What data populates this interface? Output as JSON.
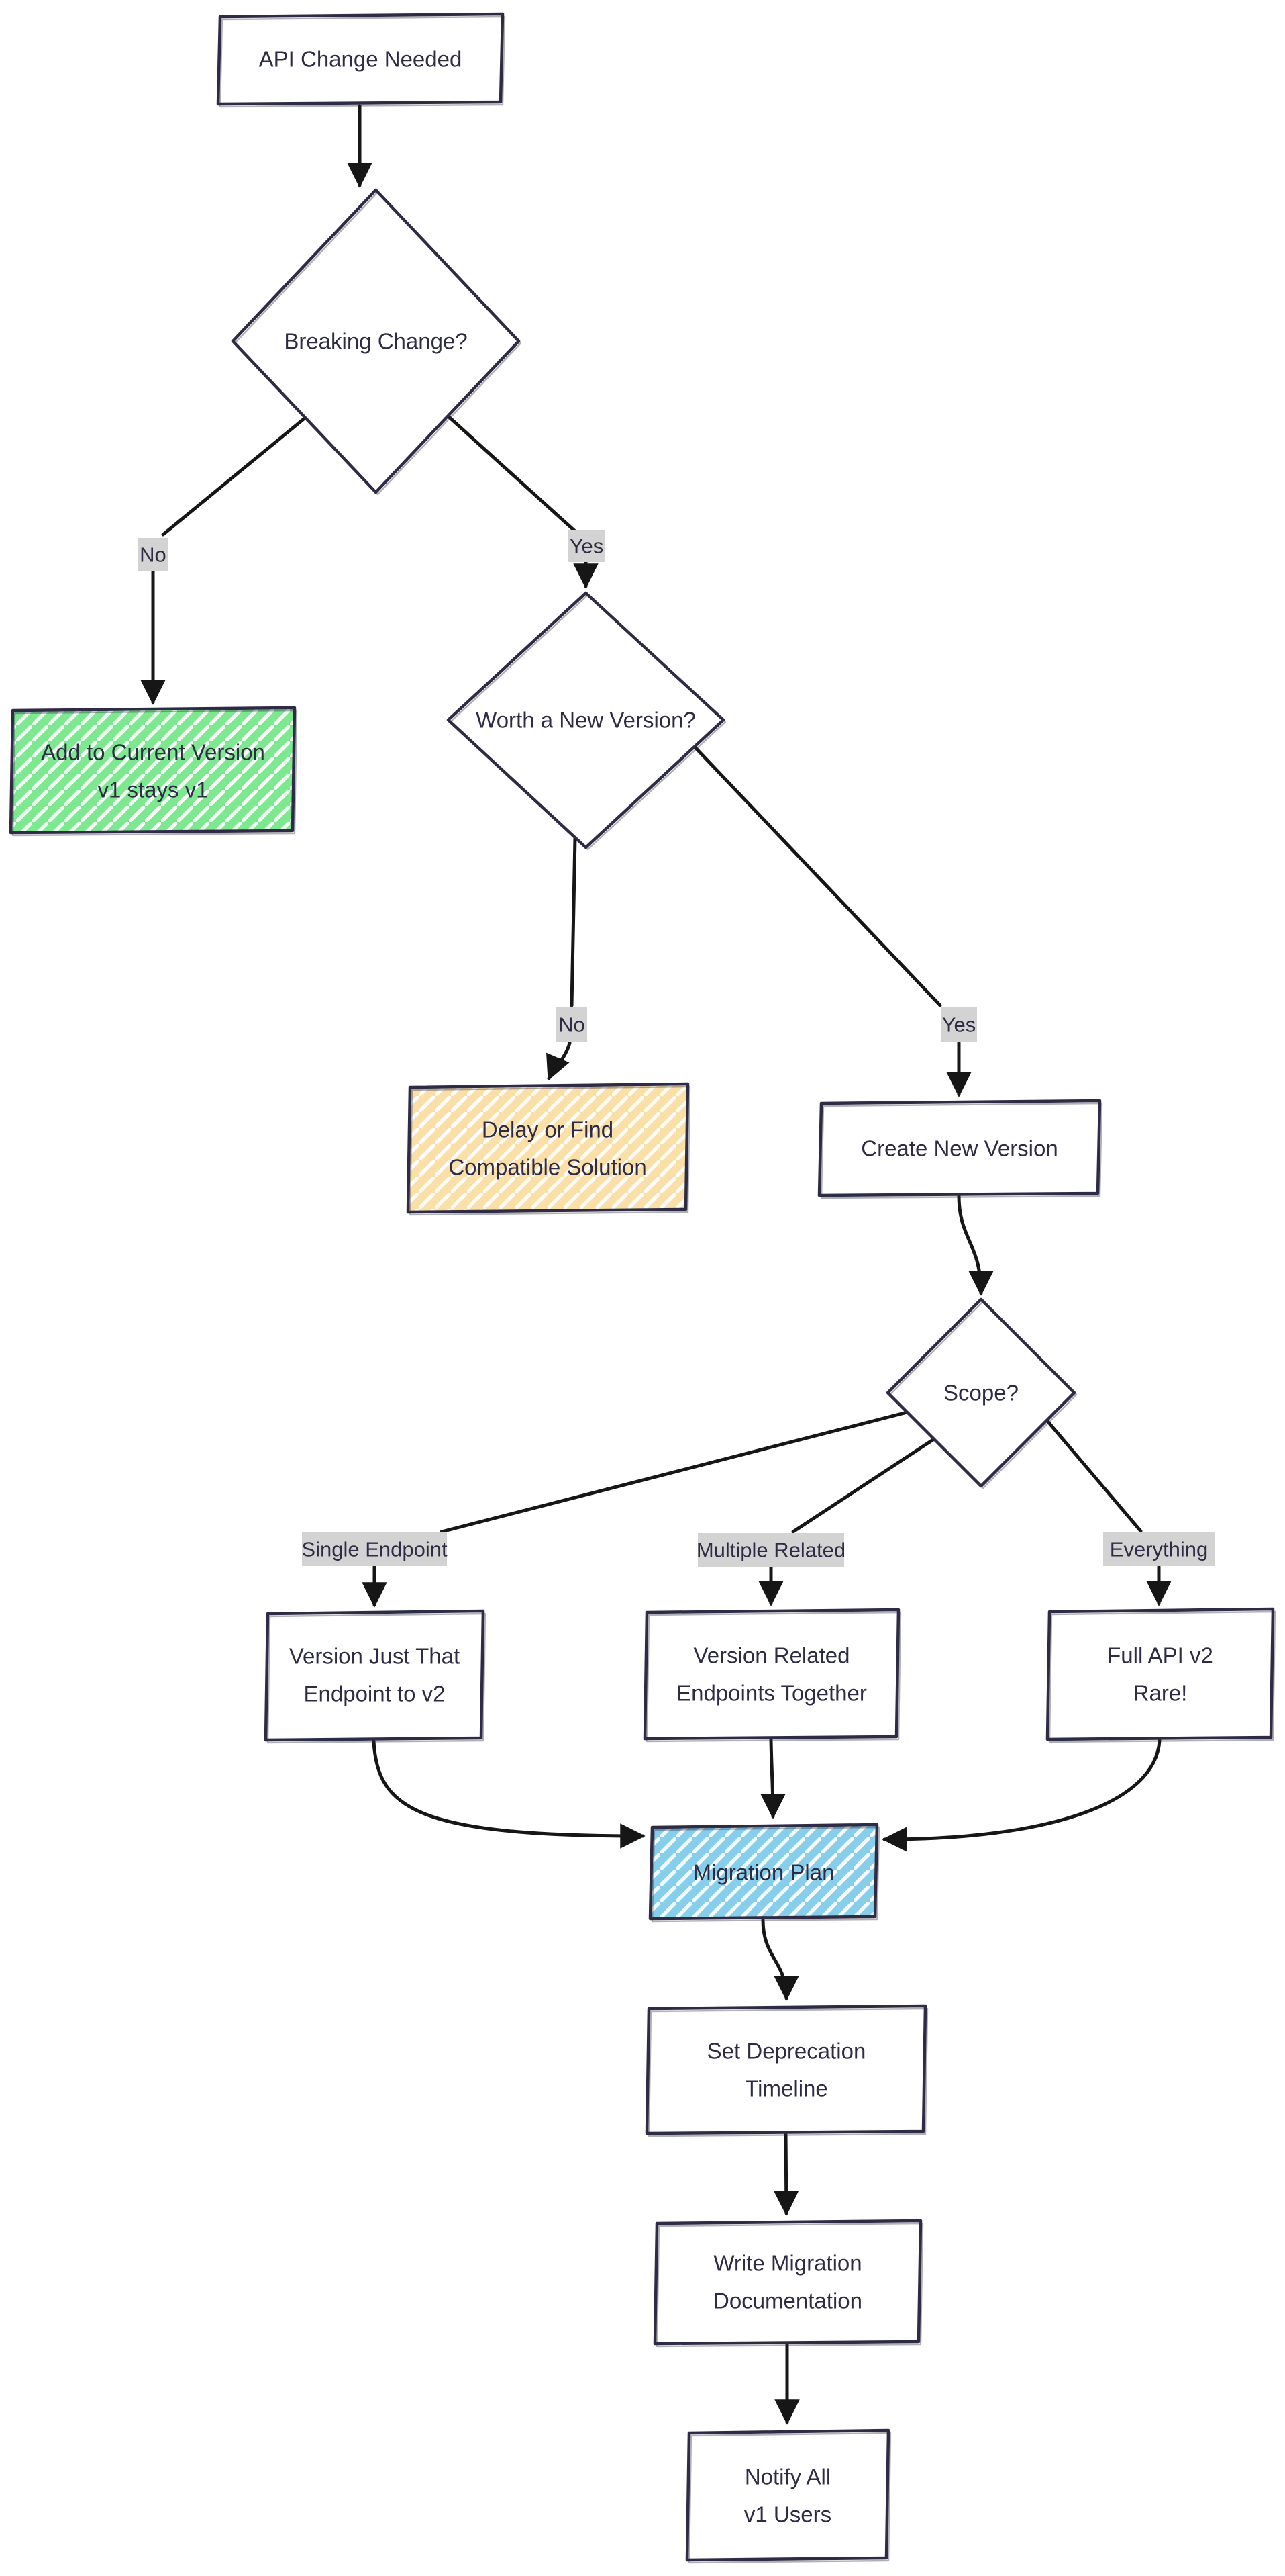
{
  "nodes": {
    "api_change": {
      "label": "API Change Needed"
    },
    "breaking_change": {
      "label": "Breaking Change?"
    },
    "add_to_current": {
      "line1": "Add to Current Version",
      "line2": "v1 stays v1"
    },
    "worth_new_version": {
      "label": "Worth a New Version?"
    },
    "delay_or_find": {
      "line1": "Delay or Find",
      "line2": "Compatible Solution"
    },
    "create_new_version": {
      "label": "Create New Version"
    },
    "scope": {
      "label": "Scope?"
    },
    "version_just_that": {
      "line1": "Version Just That",
      "line2": "Endpoint to v2"
    },
    "version_related": {
      "line1": "Version Related",
      "line2": "Endpoints Together"
    },
    "full_api_v2": {
      "line1": "Full API v2",
      "line2": "Rare!"
    },
    "migration_plan": {
      "label": "Migration Plan"
    },
    "set_deprecation": {
      "line1": "Set Deprecation",
      "line2": "Timeline"
    },
    "write_migration_docs": {
      "line1": "Write Migration",
      "line2": "Documentation"
    },
    "notify_v1_users": {
      "line1": "Notify All",
      "line2": "v1 Users"
    }
  },
  "edge_labels": {
    "breaking_no": "No",
    "breaking_yes": "Yes",
    "worth_no": "No",
    "worth_yes": "Yes",
    "scope_single": "Single Endpoint",
    "scope_multiple": "Multiple Related",
    "scope_everything": "Everything"
  },
  "colors": {
    "node_border": "#2e2c44",
    "node_text": "#2e2c44",
    "edge_line": "#161616",
    "edge_label_bg": "#d3d3d3",
    "green_fill": "#7ee891",
    "orange_fill": "#fbdfa8",
    "blue_fill": "#87ceeb",
    "hatch_line": "#ffffff",
    "background": "#ffffff"
  }
}
